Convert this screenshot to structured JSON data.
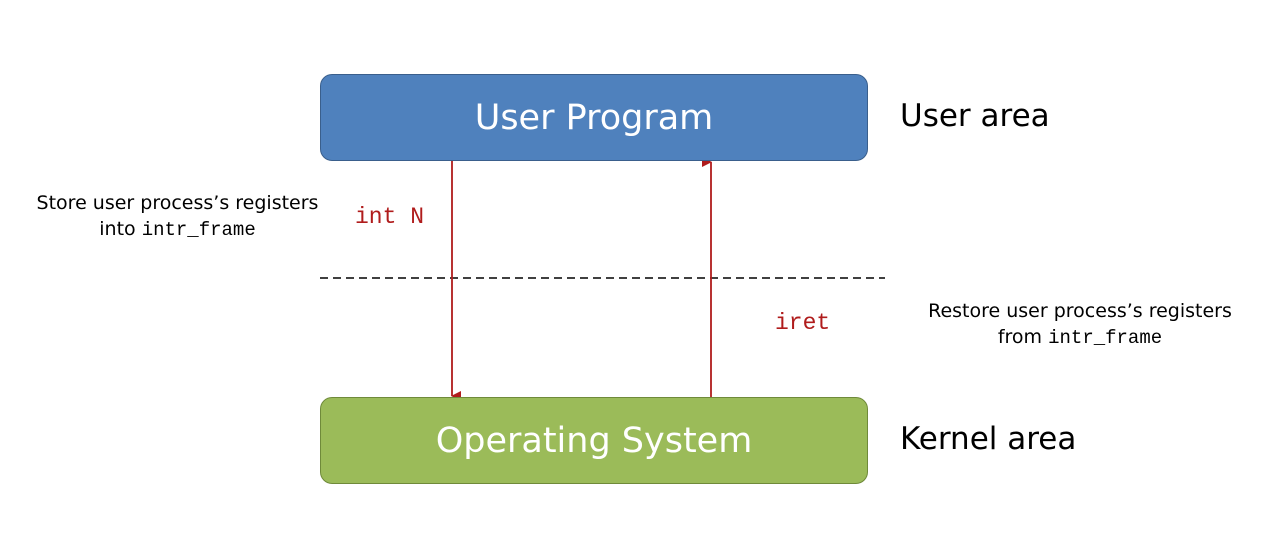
{
  "boxes": {
    "user_program": "User Program",
    "operating_system": "Operating System"
  },
  "areas": {
    "user": "User area",
    "kernel": "Kernel area"
  },
  "notes": {
    "store_line1": "Store user process’s registers",
    "store_line2_prefix": "into ",
    "store_line2_code": "intr_frame",
    "restore_line1": "Restore user process’s registers",
    "restore_line2_prefix": "from ",
    "restore_line2_code": "intr_frame"
  },
  "instructions": {
    "down": "int N",
    "up": "iret"
  },
  "colors": {
    "user_box": "#4f81bd",
    "os_box": "#9bbb59",
    "arrow": "#b01c1c"
  }
}
